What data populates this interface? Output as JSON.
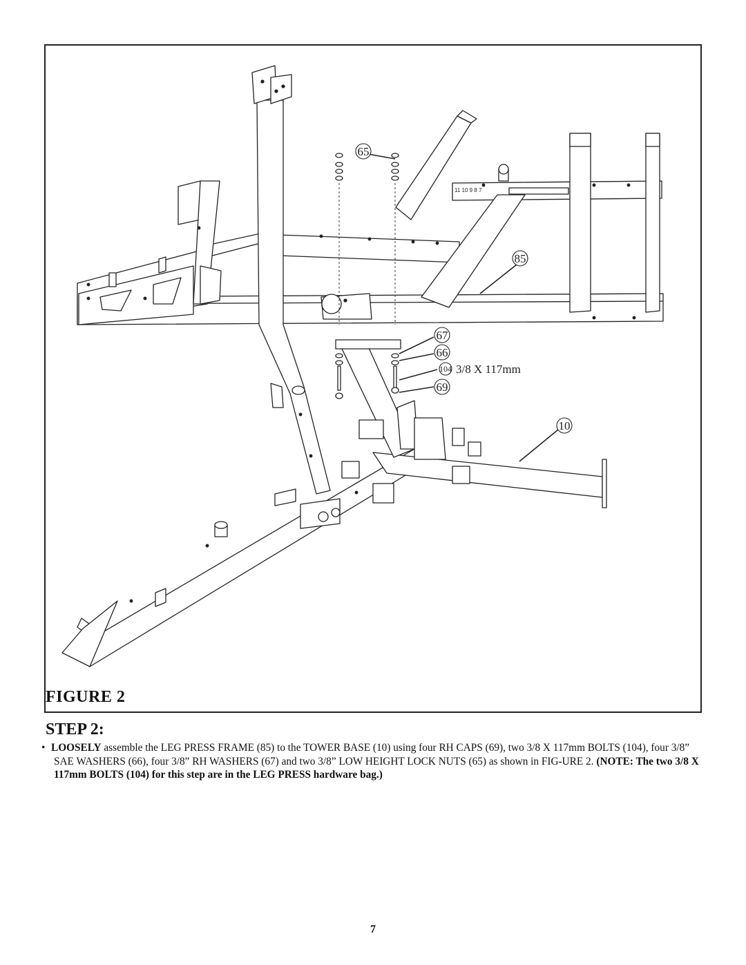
{
  "figure": {
    "title": "FIGURE 2",
    "callouts": {
      "c65": "65",
      "c85": "85",
      "c67": "67",
      "c66": "66",
      "c104": "104",
      "c104_size": "3/8 X 117mm",
      "c69": "69",
      "c10": "10"
    },
    "scale_label": "11 10 9 8 7"
  },
  "step": {
    "title": "STEP 2:",
    "bullet": "•",
    "lead": "LOOSELY",
    "text": " assemble the LEG PRESS FRAME (85) to the TOWER BASE (10) using four RH CAPS (69), two 3/8 X 117mm BOLTS (104), four 3/8” SAE WASHERS (66), four 3/8” RH WASHERS (67) and two 3/8” LOW HEIGHT LOCK NUTS (65) as shown in FIG-URE 2. ",
    "note": "(NOTE: The two 3/8 X 117mm BOLTS (104) for this step are in the LEG PRESS hardware bag.)"
  },
  "page_number": "7"
}
